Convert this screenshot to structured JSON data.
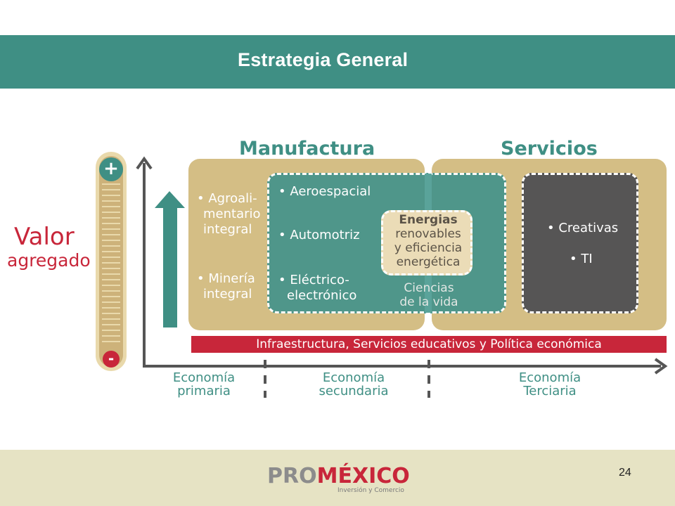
{
  "header": {
    "title": "Estrategia General",
    "color": "#3f8f84"
  },
  "diagram": {
    "manufactura_title": "Manufactura",
    "servicios_title": "Servicios",
    "manufactura_items": {
      "agro": [
        "• Agroali-",
        "mentario",
        "integral"
      ],
      "mineria": [
        "• Minería",
        "integral"
      ]
    },
    "teal_items": {
      "aero": "• Aeroespacial",
      "auto": "• Automotriz",
      "elec": [
        "• Eléctrico-",
        "electrónico"
      ]
    },
    "energias": {
      "title": "Energias",
      "lines": [
        "renovables",
        "y eficiencia",
        "energética"
      ]
    },
    "ciencias": [
      "Ciencias",
      "de la vida"
    ],
    "servicios_items": [
      "• Creativas",
      "• TI"
    ],
    "bar_text": "Infraestructura, Servicios educativos y Política económica",
    "valor": "Valor",
    "agregado": "agregado",
    "plus": "+",
    "minus": "-",
    "economia": [
      [
        "Economía",
        "primaria"
      ],
      [
        "Economía",
        "secundaria"
      ],
      [
        "Economía",
        "Terciaria"
      ]
    ],
    "colors": {
      "teal": "#3f8f84",
      "tan": "#d4be85",
      "red": "#c8263a",
      "dark": "#565555"
    }
  },
  "footer": {
    "page_number": "24",
    "logo": {
      "pro": "PRO",
      "mexico": "MÉXICO",
      "tagline": "Inversión y Comercio"
    }
  }
}
